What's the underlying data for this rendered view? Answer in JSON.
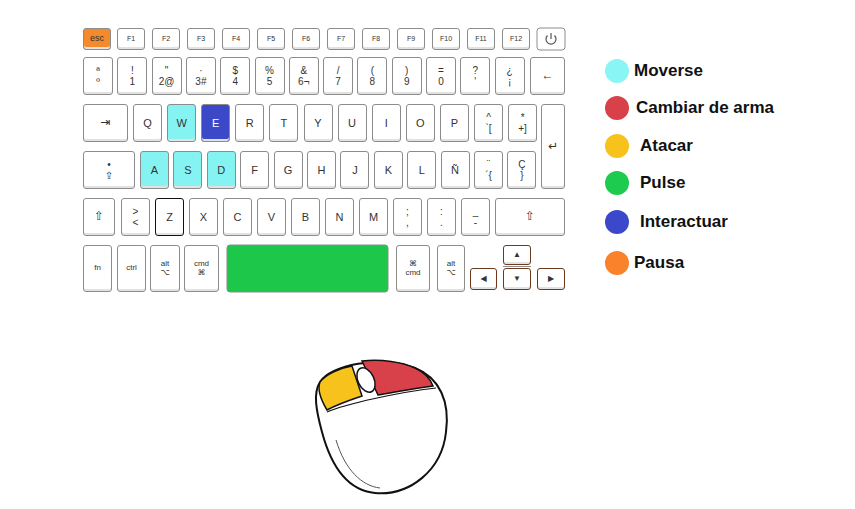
{
  "diagram": {
    "nodes": [
      {
        "text": [
          "esc"
        ]
      },
      {
        "text": [
          "F1"
        ]
      },
      {
        "text": [
          "F2"
        ]
      },
      {
        "text": [
          "F3"
        ]
      },
      {
        "text": [
          "F4"
        ]
      },
      {
        "text": [
          "F5"
        ]
      },
      {
        "text": [
          "F6"
        ]
      },
      {
        "text": [
          "F7"
        ]
      },
      {
        "text": [
          "F8"
        ]
      },
      {
        "text": [
          "F9"
        ]
      },
      {
        "text": [
          "F10"
        ]
      },
      {
        "text": [
          "F11"
        ]
      },
      {
        "text": [
          "F12"
        ]
      },
      {
        "text": [
          "ª",
          "º"
        ]
      },
      {
        "text": [
          "!",
          "1"
        ]
      },
      {
        "text": [
          "\"",
          "2@"
        ]
      },
      {
        "text": [
          "·",
          "3#"
        ]
      },
      {
        "text": [
          "$",
          "4"
        ]
      },
      {
        "text": [
          "%",
          "5"
        ]
      },
      {
        "text": [
          "&",
          "6¬"
        ]
      },
      {
        "text": [
          "/",
          "7"
        ]
      },
      {
        "text": [
          "(",
          "8"
        ]
      },
      {
        "text": [
          ")",
          "9"
        ]
      },
      {
        "text": [
          "=",
          "0"
        ]
      },
      {
        "text": [
          "?",
          "'"
        ]
      },
      {
        "text": [
          "¿",
          "¡"
        ]
      },
      {
        "text": [
          "←"
        ]
      },
      {
        "text": [
          "⇥"
        ]
      },
      {
        "text": [
          "Q"
        ]
      },
      {
        "text": [
          "W"
        ]
      },
      {
        "text": [
          "E"
        ]
      },
      {
        "text": [
          "R"
        ]
      },
      {
        "text": [
          "T"
        ]
      },
      {
        "text": [
          "Y"
        ]
      },
      {
        "text": [
          "U"
        ]
      },
      {
        "text": [
          "I"
        ]
      },
      {
        "text": [
          "O"
        ]
      },
      {
        "text": [
          "P"
        ]
      },
      {
        "text": [
          "^",
          "`["
        ]
      },
      {
        "text": [
          "*",
          "+]"
        ]
      },
      {
        "text": [
          "↵"
        ]
      },
      {
        "text": [
          "•",
          "⇪"
        ]
      },
      {
        "text": [
          "A"
        ]
      },
      {
        "text": [
          "S"
        ]
      },
      {
        "text": [
          "D"
        ]
      },
      {
        "text": [
          "F"
        ]
      },
      {
        "text": [
          "G"
        ]
      },
      {
        "text": [
          "H"
        ]
      },
      {
        "text": [
          "J"
        ]
      },
      {
        "text": [
          "K"
        ]
      },
      {
        "text": [
          "L"
        ]
      },
      {
        "text": [
          "Ñ"
        ]
      },
      {
        "text": [
          "¨",
          "´{"
        ]
      },
      {
        "text": [
          "Ç",
          "}"
        ]
      },
      {
        "text": [
          "⇧"
        ]
      },
      {
        "text": [
          ">",
          "<"
        ]
      },
      {
        "text": [
          "Z"
        ]
      },
      {
        "text": [
          "X"
        ]
      },
      {
        "text": [
          "C"
        ]
      },
      {
        "text": [
          "V"
        ]
      },
      {
        "text": [
          "B"
        ]
      },
      {
        "text": [
          "N"
        ]
      },
      {
        "text": [
          "M"
        ]
      },
      {
        "text": [
          ";",
          ","
        ]
      },
      {
        "text": [
          ":",
          "."
        ]
      },
      {
        "text": [
          "_",
          "-"
        ]
      },
      {
        "text": [
          "⇧"
        ]
      },
      {
        "text": [
          "fn"
        ]
      },
      {
        "text": [
          "ctrl"
        ]
      },
      {
        "text": [
          "alt",
          "⌥"
        ]
      },
      {
        "text": [
          "cmd",
          "⌘"
        ]
      },
      {
        "text": [
          "⌘",
          "cmd"
        ]
      },
      {
        "text": [
          "alt",
          "⌥"
        ]
      },
      {
        "text": [
          "◀"
        ]
      },
      {
        "text": [
          "▲"
        ]
      },
      {
        "text": [
          "▼"
        ]
      },
      {
        "text": [
          "▶"
        ]
      }
    ],
    "legend": [
      {
        "text": "Moverse",
        "color": "#8af5f5"
      },
      {
        "text": "Cambiar de arma",
        "color": "#d9414a"
      },
      {
        "text": "Atacar",
        "color": "#f6c21b"
      },
      {
        "text": "Pulse",
        "color": "#1dcb4f"
      },
      {
        "text": "Interactuar",
        "color": "#3a48c9"
      },
      {
        "text": "Pausa",
        "color": "#f9822b"
      }
    ]
  }
}
